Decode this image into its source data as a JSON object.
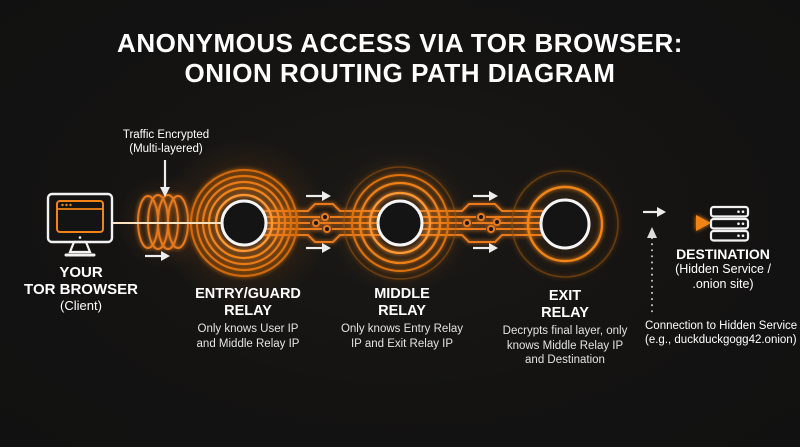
{
  "colors": {
    "background": "#141414",
    "accent_orange": "#ED7D18",
    "bright_orange": "#FF9B30",
    "beam_core": "#FFE3C0",
    "text_primary": "#FFFFFF",
    "text_secondary": "#E3E3E3"
  },
  "title": {
    "line1": "ANONYMOUS ACCESS VIA TOR BROWSER:",
    "line2": "ONION ROUTING PATH DIAGRAM"
  },
  "encryption_note": {
    "line1": "Traffic Encrypted",
    "line2": "(Multi-layered)"
  },
  "client": {
    "icon": "monitor-browser-icon",
    "label_line1": "YOUR",
    "label_line2": "TOR BROWSER",
    "label_line3": "(Client)"
  },
  "relays": [
    {
      "icon": "onion-rings-node",
      "name_line1": "ENTRY/GUARD",
      "name_line2": "RELAY",
      "desc_line1": "Only knows User IP",
      "desc_line2": "and Middle Relay IP",
      "desc_line3": ""
    },
    {
      "icon": "onion-rings-node",
      "name_line1": "MIDDLE",
      "name_line2": "RELAY",
      "desc_line1": "Only knows Entry Relay",
      "desc_line2": "IP and Exit Relay IP",
      "desc_line3": ""
    },
    {
      "icon": "onion-rings-node",
      "name_line1": "EXIT",
      "name_line2": "RELAY",
      "desc_line1": "Decrypts final layer, only",
      "desc_line2": "knows Middle Relay IP",
      "desc_line3": "and Destination"
    }
  ],
  "destination": {
    "icon": "server-stack-icon",
    "label": "DESTINATION",
    "sub_line1": "(Hidden Service /",
    "sub_line2": ".onion site)"
  },
  "connection_note": {
    "line1": "Connection to Hidden Service",
    "line2": "(e.g., duckduckgogg42.onion)"
  }
}
